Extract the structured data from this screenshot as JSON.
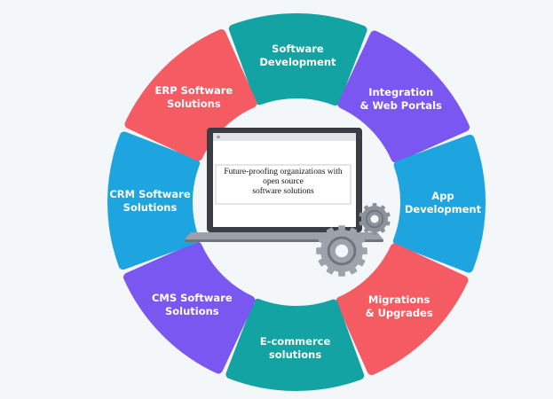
{
  "colors": {
    "teal": "#14a3a3",
    "purple": "#7a57f0",
    "blue": "#1ea5e0",
    "coral": "#f45b63",
    "background": "#f4f7fa"
  },
  "laptop": {
    "screen_text": [
      "Future-proofing organizations with",
      "open source",
      "software solutions"
    ]
  },
  "segments": [
    {
      "id": "software-development",
      "color": "#14a3a3",
      "lines": [
        "Software",
        "Development"
      ]
    },
    {
      "id": "integration-web-portals",
      "color": "#7a57f0",
      "lines": [
        "Integration",
        "& Web Portals"
      ]
    },
    {
      "id": "app-development",
      "color": "#1ea5e0",
      "lines": [
        "App",
        "Development"
      ]
    },
    {
      "id": "migrations-upgrades",
      "color": "#f45b63",
      "lines": [
        "Migrations",
        "& Upgrades"
      ]
    },
    {
      "id": "e-commerce-solutions",
      "color": "#14a3a3",
      "lines": [
        "E-commerce",
        "solutions"
      ]
    },
    {
      "id": "cms-software-solutions",
      "color": "#7a57f0",
      "lines": [
        "CMS Software",
        "Solutions"
      ]
    },
    {
      "id": "crm-software-solutions",
      "color": "#1ea5e0",
      "lines": [
        "CRM Software",
        "Solutions"
      ]
    },
    {
      "id": "erp-software-solutions",
      "color": "#f45b63",
      "lines": [
        "ERP Software",
        "Solutions"
      ]
    }
  ]
}
